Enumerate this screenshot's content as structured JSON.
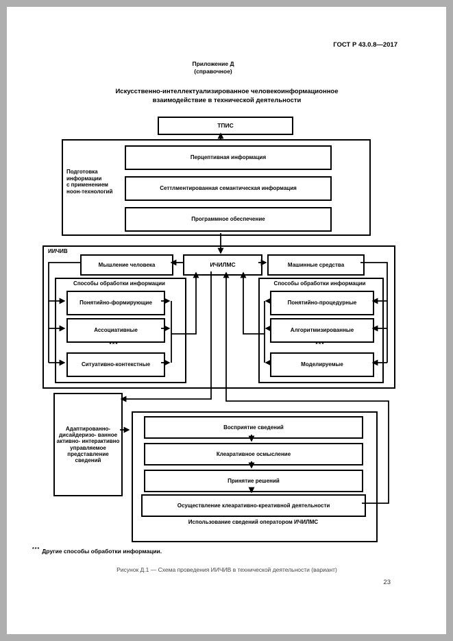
{
  "doc": {
    "standard_code": "ГОСТ Р 43.0.8—2017",
    "annex": "Приложение Д\n(справочное)",
    "title": "Искусственно-интеллектуализированное человекоинформационное\nвзаимодействие в технической деятельности",
    "footnote": {
      "marker": "***",
      "text": "Другие способы обработки информации."
    },
    "figure_caption": "Рисунок Д.1 — Схема проведения ИИЧИВ в технической деятельности (вариант)",
    "page_number": "23"
  },
  "diagram": {
    "tpis_label": "ТПИС",
    "preparation": {
      "side_label": "Подготовка\nинформации\nс применением\nноон-технологий",
      "items": [
        "Перцептивная информация",
        "Сеттлментированная семантическая информация",
        "Программное обеспечение"
      ]
    },
    "iichiv": {
      "frame_label": "ИИЧИВ",
      "human_thinking": "Мышление человека",
      "ichilms": "ИЧИЛМС",
      "machine_means": "Машинные средства",
      "left_methods": {
        "header": "Способы обработки информации",
        "items": [
          "Понятийно-формирующие",
          "Ассоциативные",
          "Ситуативно-контекстные"
        ],
        "more_marker": "***"
      },
      "right_methods": {
        "header": "Способы обработки информации",
        "items": [
          "Понятийно-процедурные",
          "Алгоритмизированные",
          "Моделируемые"
        ],
        "more_marker": "***"
      }
    },
    "presentation_box": "Адаптированно-\nдисайдеризо-\nванное активно-\nинтерактивно\nуправляемое\nпредставление\nсведений",
    "usage": {
      "items": [
        "Восприятие сведений",
        "Клеаративное осмысление",
        "Принятие решений",
        "Осуществление клеаративно-креативной деятельности"
      ],
      "caption": "Использование сведений оператором ИЧИЛМС"
    }
  },
  "colors": {
    "ink": "#000000",
    "scan_border": "#aeaeae",
    "caption_gray": "#454545"
  }
}
